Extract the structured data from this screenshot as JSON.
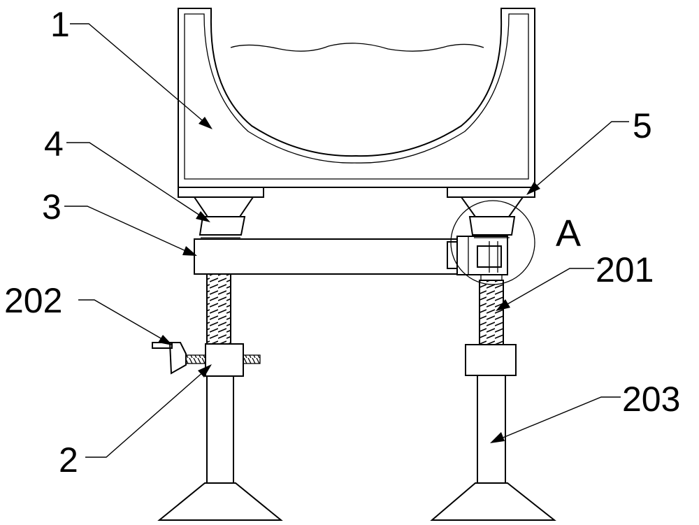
{
  "labels": {
    "l1": "1",
    "l4": "4",
    "l3": "3",
    "l5": "5",
    "lA": "A",
    "l202": "202",
    "l201": "201",
    "l2": "2",
    "l203": "203"
  }
}
